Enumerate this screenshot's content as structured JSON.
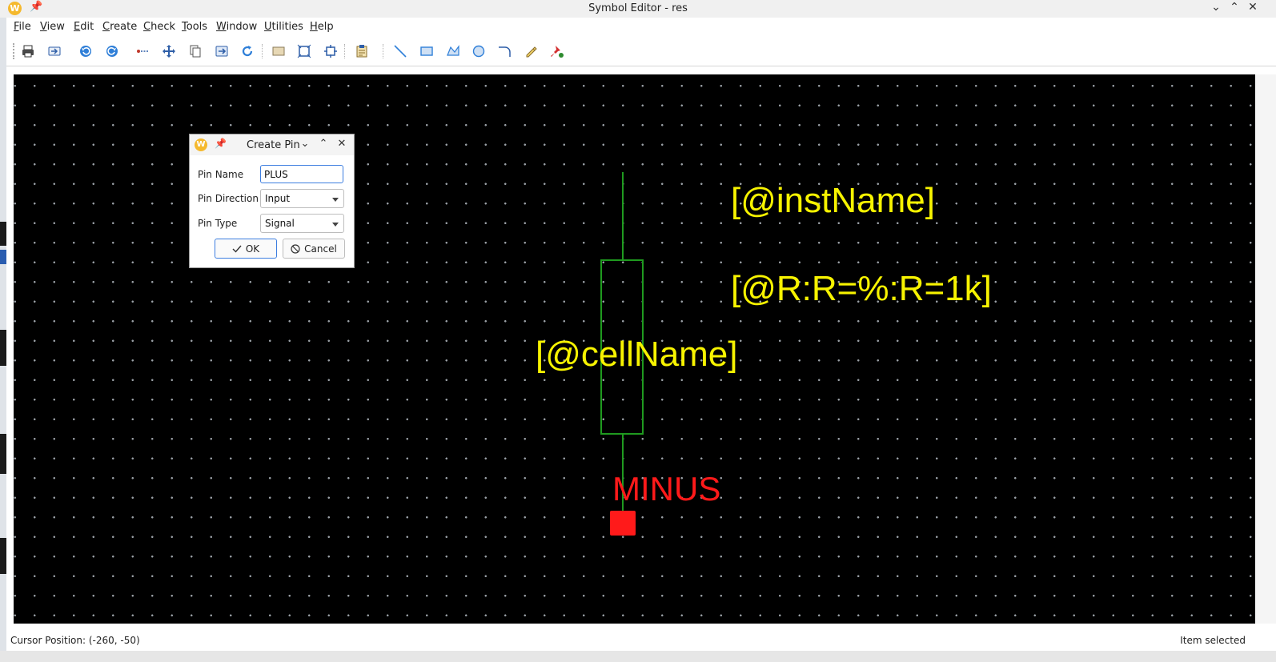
{
  "window": {
    "title": "Symbol Editor - res",
    "app_icon_glyph": "W",
    "pin_glyph": "📌",
    "minimize_glyph": "⌄",
    "maximize_glyph": "⌃",
    "close_glyph": "✕"
  },
  "menu": [
    {
      "label": "File",
      "mnemonic": "F"
    },
    {
      "label": "View",
      "mnemonic": "V"
    },
    {
      "label": "Edit",
      "mnemonic": "E"
    },
    {
      "label": "Create",
      "mnemonic": "C"
    },
    {
      "label": "Check",
      "mnemonic": "C"
    },
    {
      "label": "Tools",
      "mnemonic": "T"
    },
    {
      "label": "Window",
      "mnemonic": "W"
    },
    {
      "label": "Utilities",
      "mnemonic": "U"
    },
    {
      "label": "Help",
      "mnemonic": "H"
    }
  ],
  "toolbar": [
    "print-icon",
    "export-icon",
    "undo-icon",
    "redo-icon",
    "stretch-icon",
    "move-icon",
    "copy-icon",
    "flip-icon",
    "rotate-icon",
    "fit-icon",
    "zoom-fit-icon",
    "pan-icon",
    "properties-icon",
    "line-icon",
    "rectangle-icon",
    "polygon-icon",
    "circle-icon",
    "arc-icon",
    "label-icon",
    "pin-icon"
  ],
  "canvas": {
    "background": "#000000",
    "symbol_color": "#1f9a1f",
    "label_color": "#f7f300",
    "pin_color": "#ff1a1a",
    "labels": {
      "inst_name": "[@instName]",
      "resistance": "[@R:R=%:R=1k]",
      "cell_name": "[@cellName]",
      "pin_label": "MINUS"
    }
  },
  "dialog": {
    "title": "Create Pin",
    "app_icon_glyph": "W",
    "pin_glyph": "📌",
    "minimize_glyph": "⌄",
    "maximize_glyph": "⌃",
    "close_glyph": "✕",
    "pin_name_label": "Pin Name",
    "pin_name_value": "PLUS",
    "pin_direction_label": "Pin Direction",
    "pin_direction_value": "Input",
    "pin_type_label": "Pin Type",
    "pin_type_value": "Signal",
    "ok_label": "OK",
    "cancel_label": "Cancel"
  },
  "status": {
    "cursor_position": "Cursor Position: (-260, -50)",
    "message": "Item selected"
  }
}
